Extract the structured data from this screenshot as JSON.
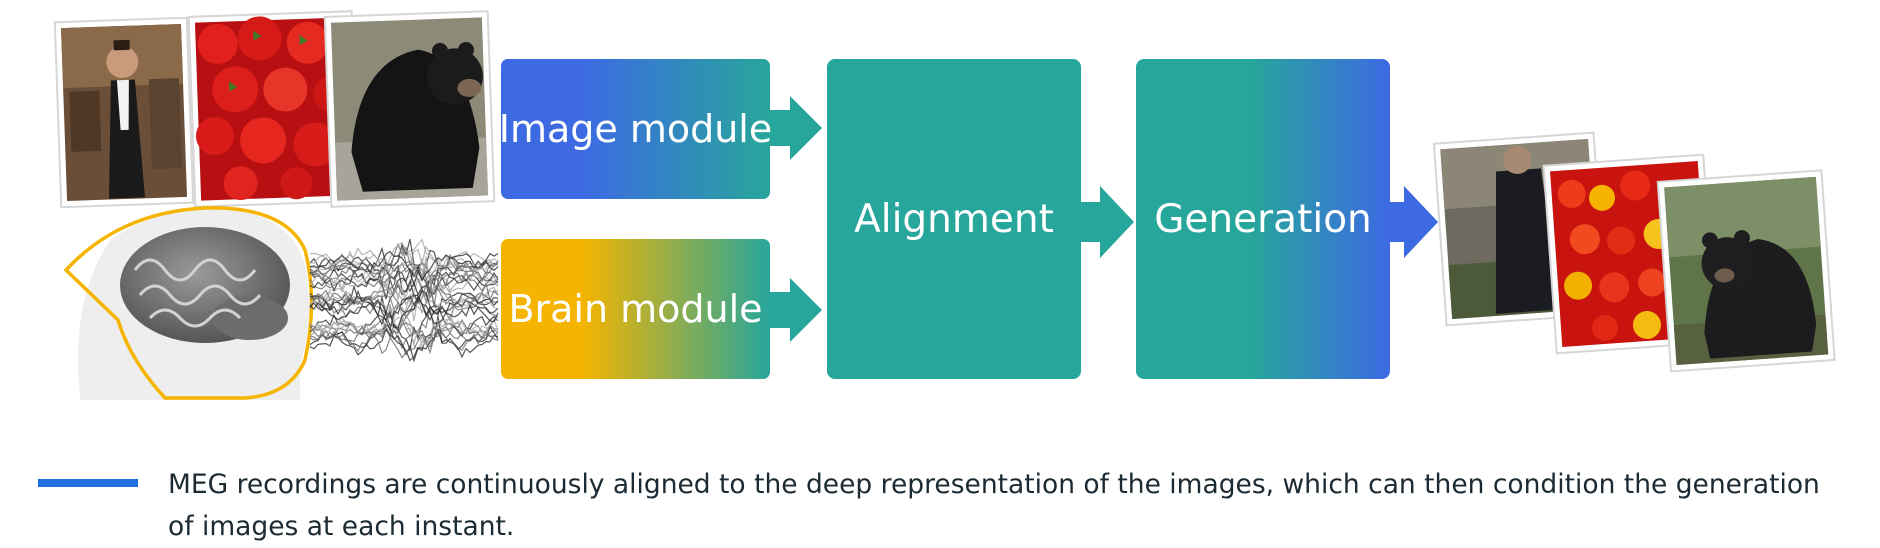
{
  "modules": {
    "image_label": "Image module",
    "brain_label": "Brain module",
    "alignment_label": "Alignment",
    "generation_label": "Generation"
  },
  "inputs": {
    "images": [
      {
        "icon": "man-in-tuxedo-photo"
      },
      {
        "icon": "tomatoes-photo"
      },
      {
        "icon": "black-bear-photo"
      }
    ],
    "brain": {
      "icon": "head-brain-icon",
      "signal_icon": "meg-signal-traces-icon"
    }
  },
  "outputs": {
    "images": [
      {
        "icon": "generated-man-photo"
      },
      {
        "icon": "generated-tomatoes-photo"
      },
      {
        "icon": "generated-bear-photo"
      }
    ]
  },
  "caption": {
    "text": "MEG recordings are continuously aligned to the deep representation of the images, which can then condition the generation of images at each instant."
  },
  "colors": {
    "teal": "#27a69b",
    "blue": "#3d6ae3",
    "yellow": "#f5b400",
    "caption_bar": "#1f6fe0",
    "caption_text": "#1c2b33"
  }
}
